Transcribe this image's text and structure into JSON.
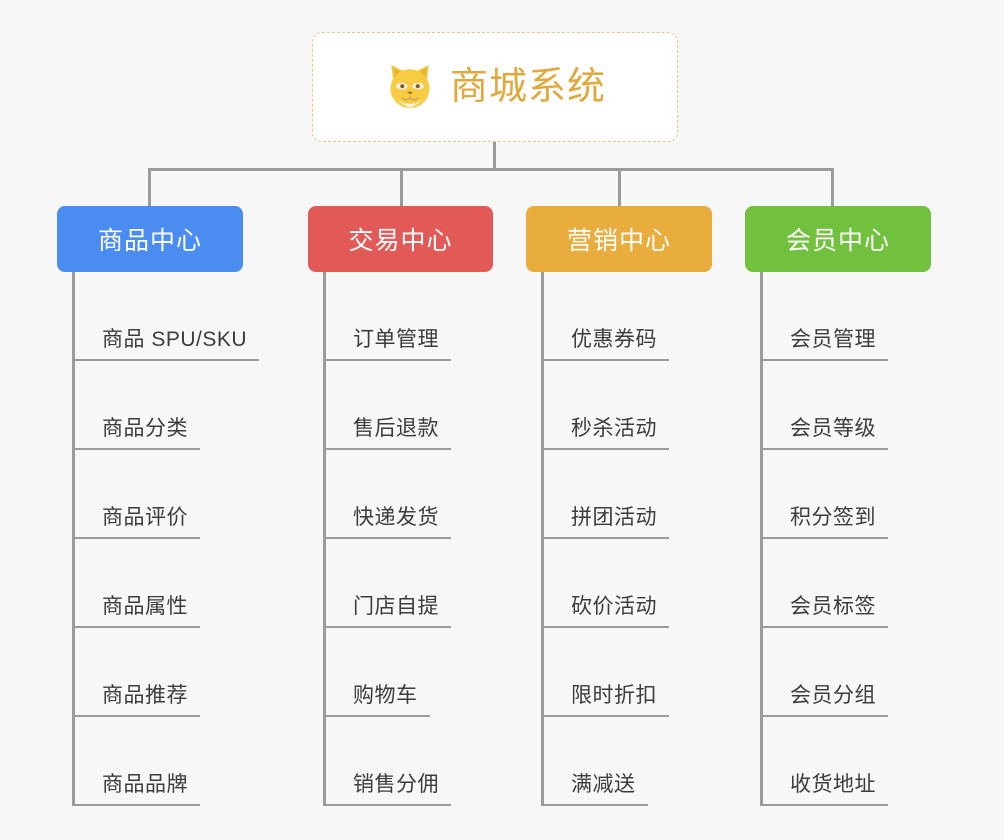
{
  "diagram": {
    "type": "mind-map-tree",
    "background_color": "#f7f7f7",
    "connector_color": "#9b9b9b",
    "root": {
      "title": "商城系统",
      "icon": "shiba-dog-icon",
      "text_color": "#e0a93e",
      "border_color": "#eac77e",
      "background_color": "#ffffff"
    },
    "branches": [
      {
        "label": "商品中心",
        "color": "#4a8cf0",
        "items": [
          "商品 SPU/SKU",
          "商品分类",
          "商品评价",
          "商品属性",
          "商品推荐",
          "商品品牌"
        ]
      },
      {
        "label": "交易中心",
        "color": "#e25a58",
        "items": [
          "订单管理",
          "售后退款",
          "快递发货",
          "门店自提",
          "购物车",
          "销售分佣"
        ]
      },
      {
        "label": "营销中心",
        "color": "#e8ad3c",
        "items": [
          "优惠券码",
          "秒杀活动",
          "拼团活动",
          "砍价活动",
          "限时折扣",
          "满减送"
        ]
      },
      {
        "label": "会员中心",
        "color": "#72c13e",
        "items": [
          "会员管理",
          "会员等级",
          "积分签到",
          "会员标签",
          "会员分组",
          "收货地址"
        ]
      }
    ]
  }
}
